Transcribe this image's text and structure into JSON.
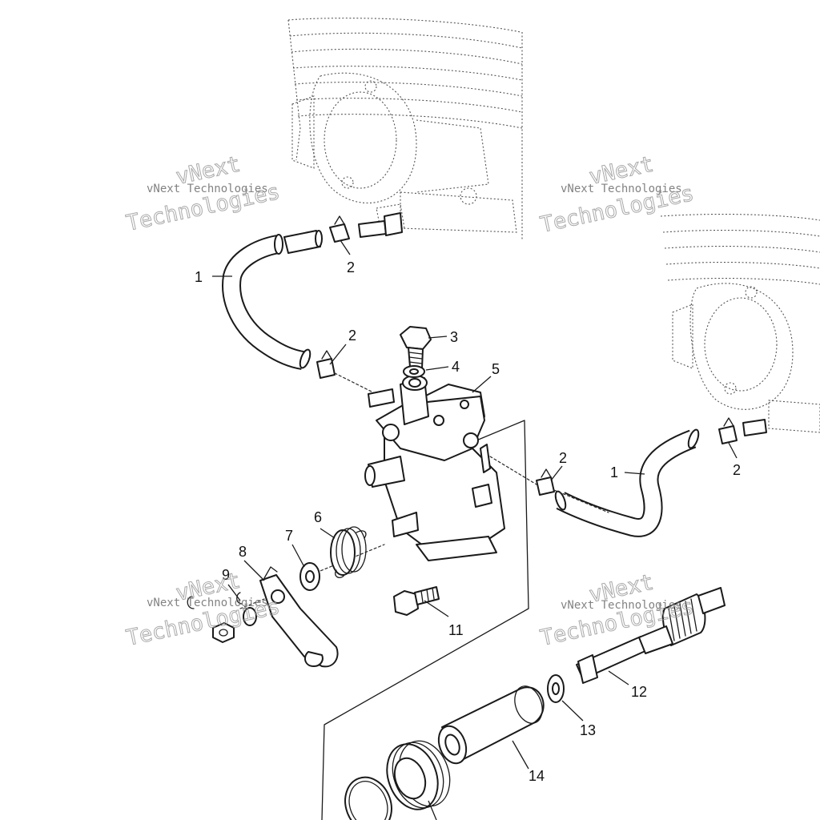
{
  "watermark": {
    "brand": "vNext",
    "line": "vNext Technologies",
    "word": "Technologies"
  },
  "callouts": [
    "1",
    "2",
    "2",
    "3",
    "4",
    "5",
    "6",
    "7",
    "8",
    "9",
    "11",
    "2",
    "1",
    "2",
    "12",
    "13",
    "14"
  ]
}
